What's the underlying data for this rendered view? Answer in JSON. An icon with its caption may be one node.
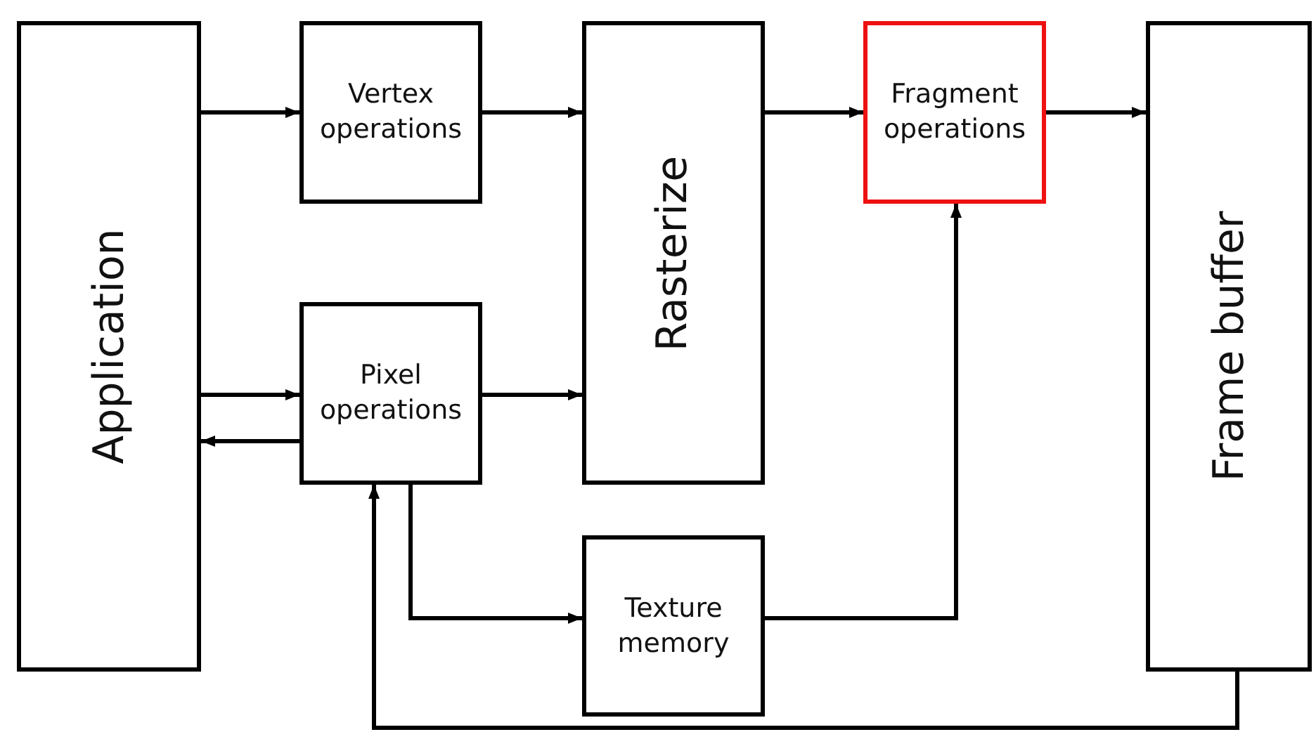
{
  "diagram": {
    "nodes": [
      {
        "text": [
          "Application"
        ]
      },
      {
        "text": [
          "Vertex operations"
        ]
      },
      {
        "text": [
          "Pixel operations"
        ]
      },
      {
        "text": [
          "Rasterize"
        ]
      },
      {
        "text": [
          "Fragment operations"
        ]
      },
      {
        "text": [
          "Texture memory"
        ]
      },
      {
        "text": [
          "Frame buffer"
        ]
      }
    ],
    "edges": [
      {
        "from": 0,
        "to": 1,
        "arrow": "to"
      },
      {
        "from": 0,
        "to": 2,
        "arrow": "to"
      },
      {
        "from": 2,
        "to": 0,
        "arrow": "to"
      },
      {
        "from": 1,
        "to": 3,
        "arrow": "to"
      },
      {
        "from": 2,
        "to": 3,
        "arrow": "to"
      },
      {
        "from": 3,
        "to": 4,
        "arrow": "to"
      },
      {
        "from": 4,
        "to": 6,
        "arrow": "to"
      },
      {
        "from": 2,
        "to": 5,
        "arrow": "to"
      },
      {
        "from": 5,
        "to": 4,
        "arrow": "to"
      },
      {
        "from": 6,
        "to": 2,
        "arrow": "to"
      }
    ]
  }
}
